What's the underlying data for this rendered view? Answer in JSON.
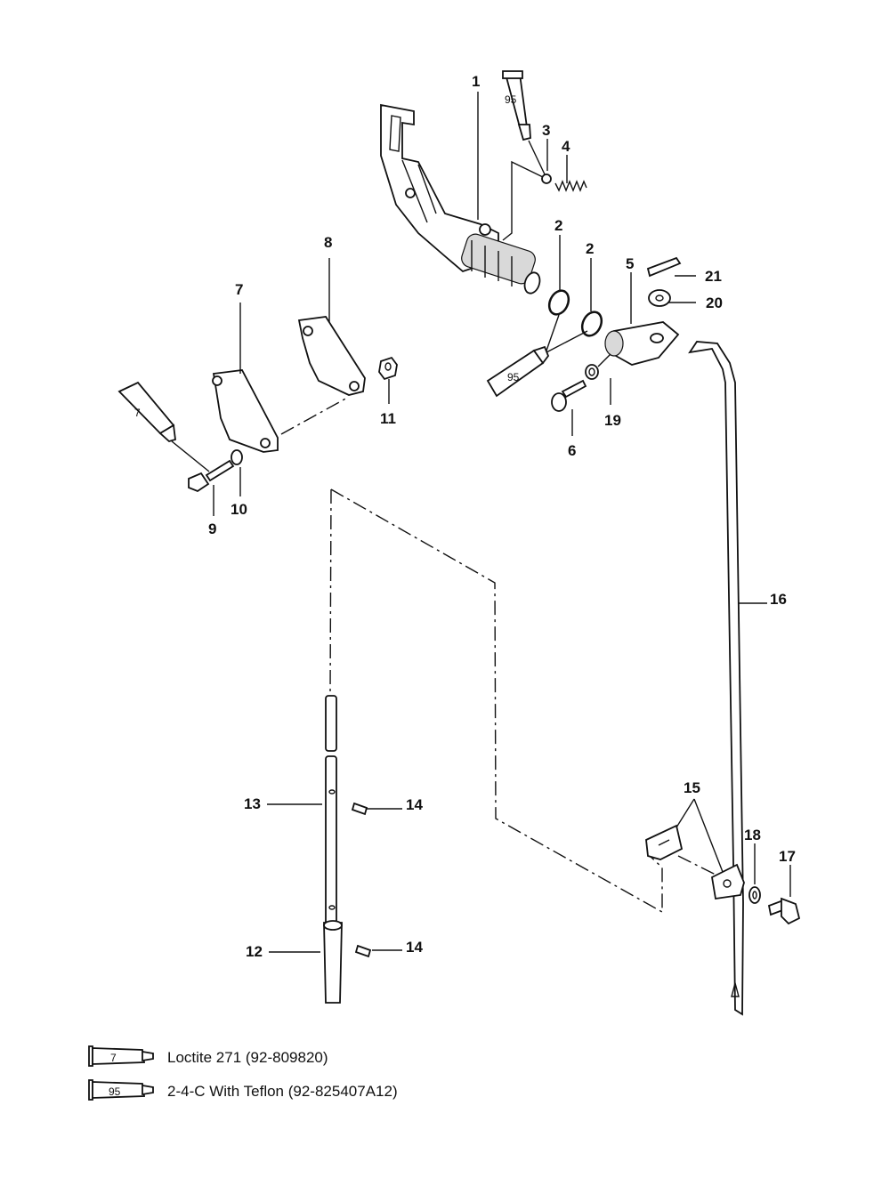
{
  "callouts": {
    "n1": "1",
    "n2a": "2",
    "n2b": "2",
    "n3": "3",
    "n4": "4",
    "n5": "5",
    "n6": "6",
    "n7": "7",
    "n8": "8",
    "n9": "9",
    "n10": "10",
    "n11": "11",
    "n12": "12",
    "n13": "13",
    "n14a": "14",
    "n14b": "14",
    "n15": "15",
    "n16": "16",
    "n17": "17",
    "n18": "18",
    "n19": "19",
    "n20": "20",
    "n21": "21"
  },
  "tubes": {
    "top_95": "95",
    "mid_95": "95",
    "left_7": "7"
  },
  "legend": [
    {
      "code": "7",
      "text": "Loctite 271 (92-809820)"
    },
    {
      "code": "95",
      "text": "2-4-C  With Teflon (92-825407A12)"
    }
  ]
}
